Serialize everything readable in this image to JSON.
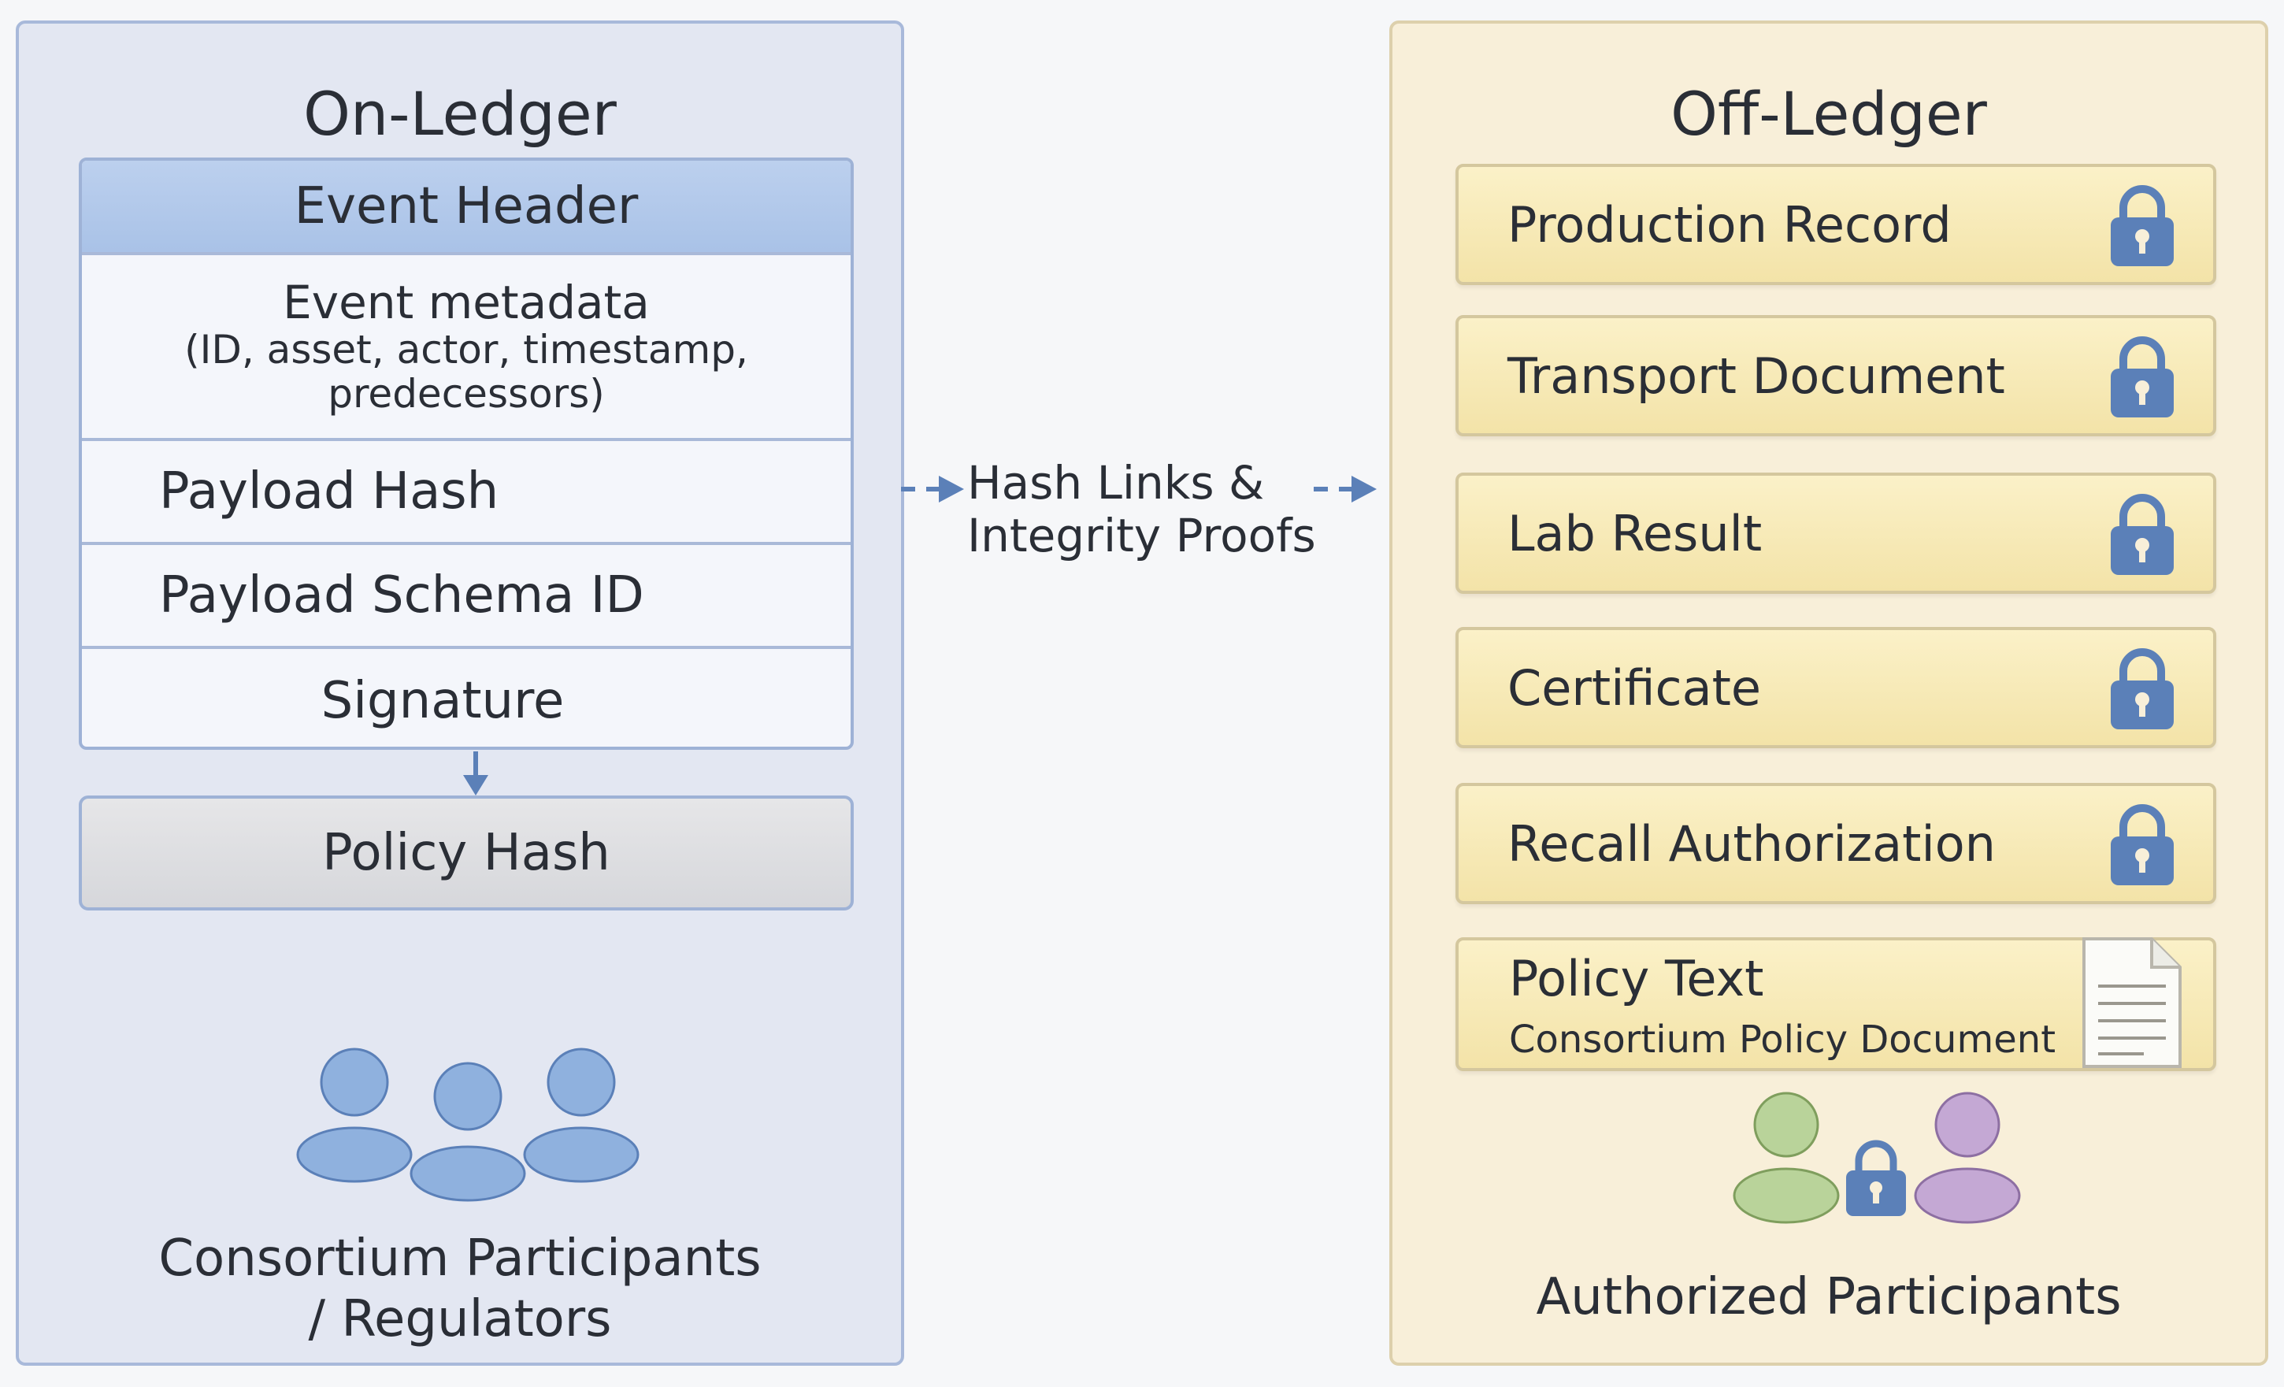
{
  "on_ledger": {
    "title": "On-Ledger",
    "event_header": "Event Header",
    "event_metadata_title": "Event metadata",
    "event_metadata_line1": "(ID, asset, actor, timestamp,",
    "event_metadata_line2": "predecessors)",
    "payload_hash": "Payload Hash",
    "payload_schema_id": "Payload Schema ID",
    "signature": "Signature",
    "policy_hash": "Policy Hash",
    "participants_line1": "Consortium Participants",
    "participants_line2": "/ Regulators"
  },
  "connector": {
    "line1": "Hash Links &",
    "line2": "Integrity Proofs"
  },
  "off_ledger": {
    "title": "Off-Ledger",
    "items": [
      {
        "label": "Production Record",
        "icon": "lock-icon"
      },
      {
        "label": "Transport Document",
        "icon": "lock-icon"
      },
      {
        "label": "Lab Result",
        "icon": "lock-icon"
      },
      {
        "label": "Certificate",
        "icon": "lock-icon"
      },
      {
        "label": "Recall Authorization",
        "icon": "lock-icon"
      }
    ],
    "policy_text_title": "Policy Text",
    "policy_text_sub": "Consortium Policy Document",
    "participants": "Authorized Participants"
  },
  "colors": {
    "on_ledger_bg": "#e3e7f2",
    "off_ledger_bg": "#f8efd9",
    "accent_blue": "#5b80b8",
    "doc_item_bg": "#f3e3a8"
  }
}
